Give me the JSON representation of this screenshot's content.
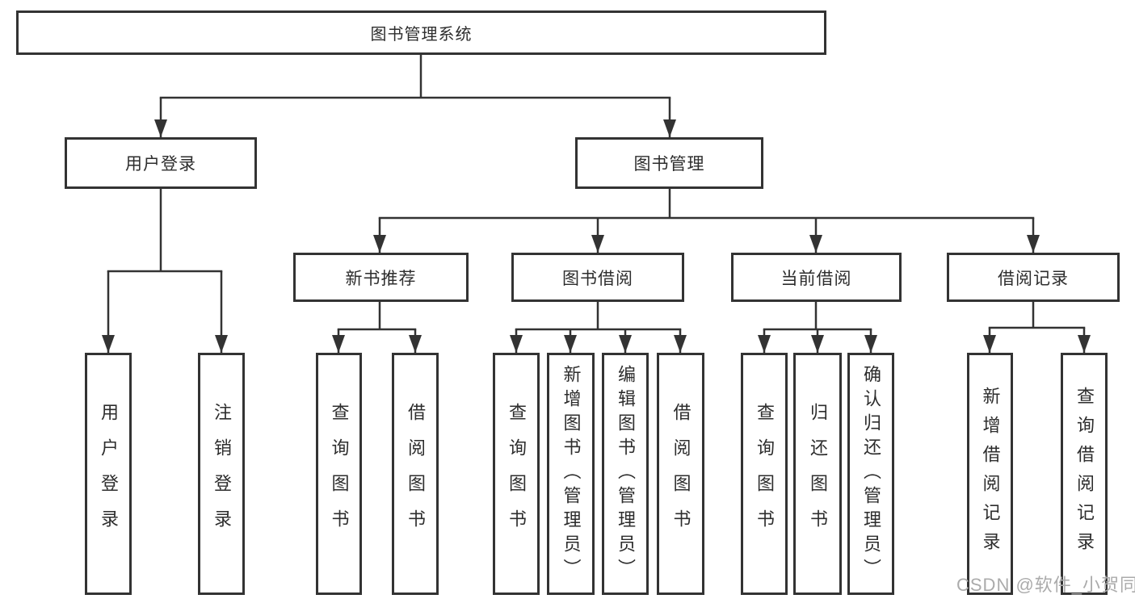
{
  "tree": {
    "root": "图书管理系统",
    "branches": [
      {
        "label": "用户登录",
        "leaves": [
          "用户登录",
          "注销登录"
        ]
      },
      {
        "label": "图书管理",
        "children": [
          {
            "label": "新书推荐",
            "leaves": [
              "查询图书",
              "借阅图书"
            ]
          },
          {
            "label": "图书借阅",
            "leaves": [
              "查询图书",
              "新增图书（管理员）",
              "编辑图书（管理员）",
              "借阅图书"
            ]
          },
          {
            "label": "当前借阅",
            "leaves": [
              "查询图书",
              "归还图书",
              "确认归还（管理员）"
            ]
          },
          {
            "label": "借阅记录",
            "leaves": [
              "新增借阅记录",
              "查询借阅记录"
            ]
          }
        ]
      }
    ]
  },
  "watermark": "CSDN @软件_小贺同学",
  "colors": {
    "line": "#333333",
    "text": "#2d2d2d",
    "watermark": "#ababab",
    "background": "#ffffff"
  }
}
